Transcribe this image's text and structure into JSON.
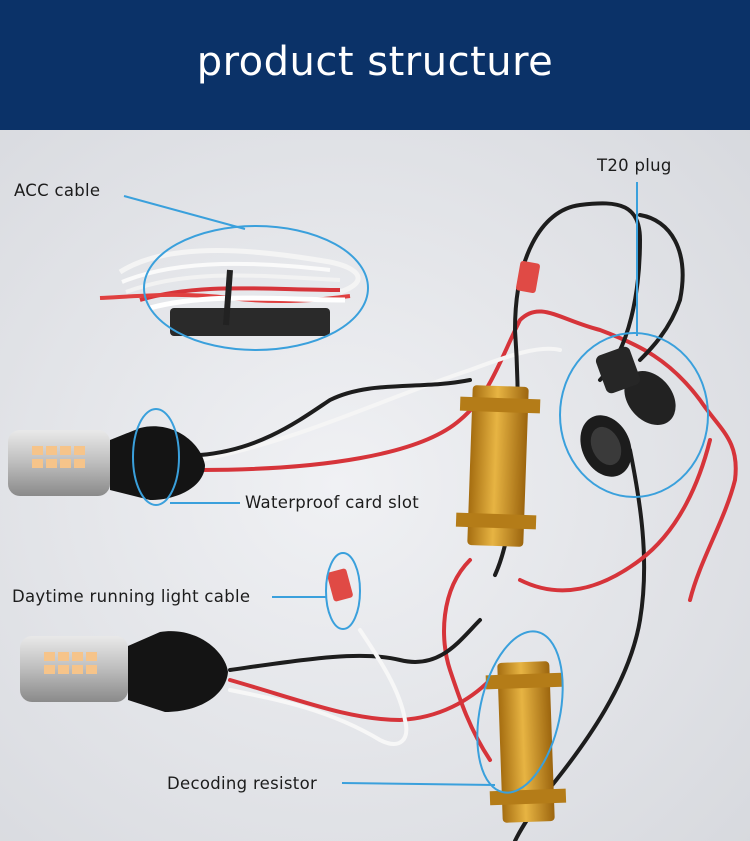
{
  "header": {
    "title": "product structure"
  },
  "labels": {
    "acc": "ACC cable",
    "t20": "T20 plug",
    "waterproof": "Waterproof card slot",
    "drl": "Daytime running light cable",
    "resistor": "Decoding resistor"
  },
  "colors": {
    "header_bg": "#0b3268",
    "callout": "#3aa0dc",
    "wire_red": "#d6343a",
    "wire_black": "#1d1d1d",
    "resistor_gold": "#c98e1a"
  }
}
